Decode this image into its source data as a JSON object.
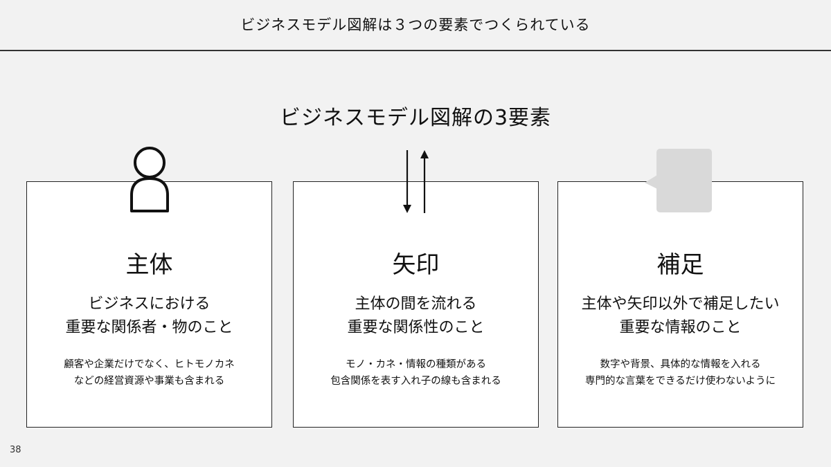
{
  "header": {
    "title": "ビジネスモデル図解は３つの要素でつくられている"
  },
  "main": {
    "title": "ビジネスモデル図解の3要素",
    "cards": [
      {
        "icon": "person-icon",
        "title": "主体",
        "description": [
          "ビジネスにおける",
          "重要な関係者・物のこと"
        ],
        "note": [
          "顧客や企業だけでなく、ヒトモノカネ",
          "などの経営資源や事業も含まれる"
        ]
      },
      {
        "icon": "bidirectional-arrows-icon",
        "title": "矢印",
        "description": [
          "主体の間を流れる",
          "重要な関係性のこと"
        ],
        "note": [
          "モノ・カネ・情報の種類がある",
          "包含関係を表す入れ子の線も含まれる"
        ]
      },
      {
        "icon": "speech-bubble-icon",
        "title": "補足",
        "description": [
          "主体や矢印以外で補足したい",
          "重要な情報のこと"
        ],
        "note": [
          "数字や背景、具体的な情報を入れる",
          "専門的な言葉をできるだけ使わないように"
        ]
      }
    ]
  },
  "footer": {
    "page_number": "38"
  },
  "colors": {
    "background": "#f2f2f2",
    "card": "#ffffff",
    "border": "#222222",
    "bubble": "#d9d9d9"
  }
}
